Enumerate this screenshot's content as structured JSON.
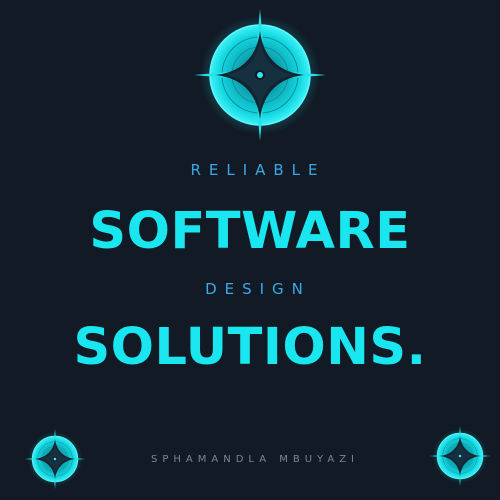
{
  "emblems": [
    {
      "name": "compass-star-emblem-top",
      "icon": "compass-star-icon"
    },
    {
      "name": "compass-star-emblem-bottom-left",
      "icon": "compass-star-icon"
    },
    {
      "name": "compass-star-emblem-bottom-right",
      "icon": "compass-star-icon"
    }
  ],
  "headline": {
    "kicker_1": "RELIABLE",
    "line_1": "SOFTWARE",
    "kicker_2": "DESIGN",
    "line_2": "SOLUTIONS."
  },
  "credit": "SPHAMANDLA MBUYAZI",
  "colors": {
    "background": "#111a25",
    "accent": "#19e6ee",
    "kicker": "#3aa9e8",
    "credit": "#7c8692"
  }
}
